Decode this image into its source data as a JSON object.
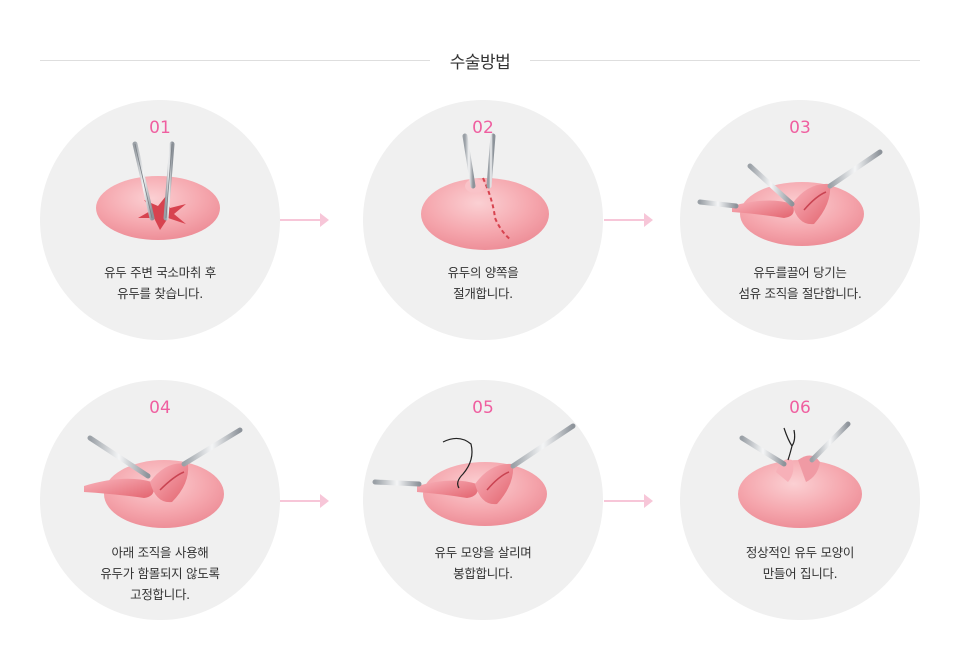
{
  "section": {
    "title": "수술방법"
  },
  "steps": [
    {
      "number": "01",
      "lines": [
        "유두 주변 국소마취 후",
        "유두를 찾습니다.",
        ""
      ]
    },
    {
      "number": "02",
      "lines": [
        "유두의 양쪽을",
        "절개합니다.",
        ""
      ]
    },
    {
      "number": "03",
      "lines": [
        "유두를끌어 당기는",
        "섬유 조직을 절단합니다.",
        ""
      ]
    },
    {
      "number": "04",
      "lines": [
        "아래 조직을 사용해",
        "유두가 함몰되지 않도록",
        "고정합니다."
      ]
    },
    {
      "number": "05",
      "lines": [
        "유두 모양을 살리며",
        "봉합합니다.",
        ""
      ]
    },
    {
      "number": "06",
      "lines": [
        "정상적인 유두 모양이",
        "만들어 집니다.",
        ""
      ]
    }
  ],
  "colors": {
    "accent": "#ef5fa0",
    "arrow": "#f7c6d8",
    "circle": "#f0f0f0"
  }
}
